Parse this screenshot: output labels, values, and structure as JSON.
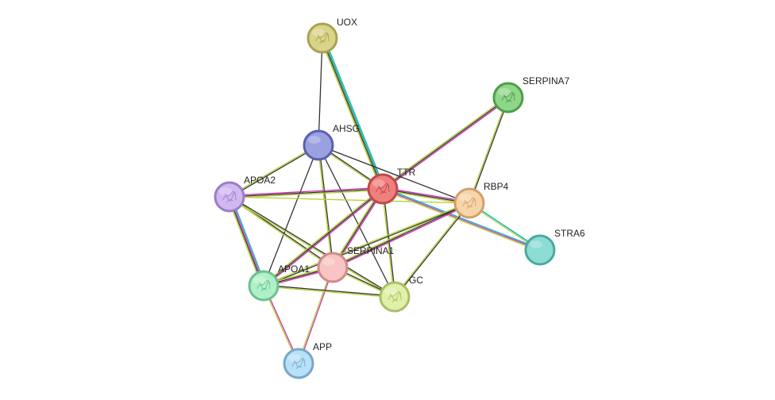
{
  "network": {
    "nodes": [
      {
        "id": "UOX",
        "label": "UOX",
        "color": "#d9d489",
        "border": "#a8a350",
        "structure": "protein-structure-icon"
      },
      {
        "id": "SERPINA7",
        "label": "SERPINA7",
        "color": "#8fd68a",
        "border": "#4d9e48",
        "structure": "protein-structure-icon"
      },
      {
        "id": "AHSG",
        "label": "AHSG",
        "color": "#9aa0e0",
        "border": "#5a60b0",
        "structure": ""
      },
      {
        "id": "TTR",
        "label": "TTR",
        "color": "#f08080",
        "border": "#c04848",
        "structure": "protein-structure-icon"
      },
      {
        "id": "APOA2",
        "label": "APOA2",
        "color": "#d2b8f0",
        "border": "#9a7ec8",
        "structure": "protein-structure-icon"
      },
      {
        "id": "RBP4",
        "label": "RBP4",
        "color": "#f8d4a8",
        "border": "#d0a070",
        "structure": "protein-structure-icon"
      },
      {
        "id": "STRA6",
        "label": "STRA6",
        "color": "#8cdcd4",
        "border": "#4ca8a0",
        "structure": ""
      },
      {
        "id": "SERPINA1",
        "label": "SERPINA1",
        "color": "#f8c4c4",
        "border": "#d08a8a",
        "structure": ""
      },
      {
        "id": "APOA1",
        "label": "APOA1",
        "color": "#b0f0c8",
        "border": "#6cc090",
        "structure": "protein-structure-icon"
      },
      {
        "id": "GC",
        "label": "GC",
        "color": "#e0f0a8",
        "border": "#a8c068",
        "structure": "protein-structure-icon"
      },
      {
        "id": "APP",
        "label": "APP",
        "color": "#b8e0f8",
        "border": "#78a8c8",
        "structure": "protein-structure-icon"
      }
    ],
    "edges": [
      {
        "source": "UOX",
        "target": "AHSG",
        "types": [
          "#333333"
        ]
      },
      {
        "source": "UOX",
        "target": "TTR",
        "types": [
          "#00b4c8",
          "#20a050",
          "#333333",
          "#b4d232"
        ]
      },
      {
        "source": "SERPINA7",
        "target": "TTR",
        "types": [
          "#d030b0",
          "#333333",
          "#b4d232"
        ]
      },
      {
        "source": "SERPINA7",
        "target": "RBP4",
        "types": [
          "#333333",
          "#b4d232"
        ]
      },
      {
        "source": "AHSG",
        "target": "APOA2",
        "types": [
          "#333333",
          "#b4d232"
        ]
      },
      {
        "source": "AHSG",
        "target": "TTR",
        "types": [
          "#333333",
          "#b4d232"
        ]
      },
      {
        "source": "AHSG",
        "target": "RBP4",
        "types": [
          "#333333"
        ]
      },
      {
        "source": "AHSG",
        "target": "SERPINA1",
        "types": [
          "#333333",
          "#b4d232"
        ]
      },
      {
        "source": "AHSG",
        "target": "APOA1",
        "types": [
          "#333333"
        ]
      },
      {
        "source": "AHSG",
        "target": "GC",
        "types": [
          "#333333"
        ]
      },
      {
        "source": "APOA2",
        "target": "TTR",
        "types": [
          "#d030b0",
          "#333333",
          "#b4d232"
        ]
      },
      {
        "source": "APOA2",
        "target": "RBP4",
        "types": [
          "#b4d232"
        ]
      },
      {
        "source": "APOA2",
        "target": "SERPINA1",
        "types": [
          "#333333",
          "#b4d232"
        ]
      },
      {
        "source": "APOA2",
        "target": "APOA1",
        "types": [
          "#00b4c8",
          "#d030b0",
          "#333333",
          "#b4d232"
        ]
      },
      {
        "source": "APOA2",
        "target": "GC",
        "types": [
          "#333333",
          "#b4d232"
        ]
      },
      {
        "source": "TTR",
        "target": "RBP4",
        "types": [
          "#d030b0",
          "#333333",
          "#b4d232"
        ]
      },
      {
        "source": "TTR",
        "target": "STRA6",
        "types": [
          "#00b4c8",
          "#d030b0",
          "#b4d232"
        ]
      },
      {
        "source": "TTR",
        "target": "SERPINA1",
        "types": [
          "#d030b0",
          "#333333",
          "#b4d232"
        ]
      },
      {
        "source": "TTR",
        "target": "APOA1",
        "types": [
          "#d030b0",
          "#333333",
          "#b4d232"
        ]
      },
      {
        "source": "TTR",
        "target": "GC",
        "types": [
          "#333333",
          "#b4d232"
        ]
      },
      {
        "source": "RBP4",
        "target": "STRA6",
        "types": [
          "#00b4c8",
          "#b4d232"
        ]
      },
      {
        "source": "RBP4",
        "target": "SERPINA1",
        "types": [
          "#d030b0",
          "#333333",
          "#b4d232"
        ]
      },
      {
        "source": "RBP4",
        "target": "APOA1",
        "types": [
          "#333333",
          "#b4d232"
        ]
      },
      {
        "source": "RBP4",
        "target": "GC",
        "types": [
          "#333333",
          "#b4d232"
        ]
      },
      {
        "source": "SERPINA1",
        "target": "APOA1",
        "types": [
          "#d030b0",
          "#333333",
          "#b4d232"
        ]
      },
      {
        "source": "SERPINA1",
        "target": "GC",
        "types": [
          "#333333",
          "#b4d232"
        ]
      },
      {
        "source": "SERPINA1",
        "target": "APP",
        "types": [
          "#d030b0",
          "#b4d232"
        ]
      },
      {
        "source": "APOA1",
        "target": "GC",
        "types": [
          "#333333",
          "#b4d232"
        ]
      },
      {
        "source": "APOA1",
        "target": "APP",
        "types": [
          "#d030b0",
          "#b4d232"
        ]
      }
    ]
  }
}
